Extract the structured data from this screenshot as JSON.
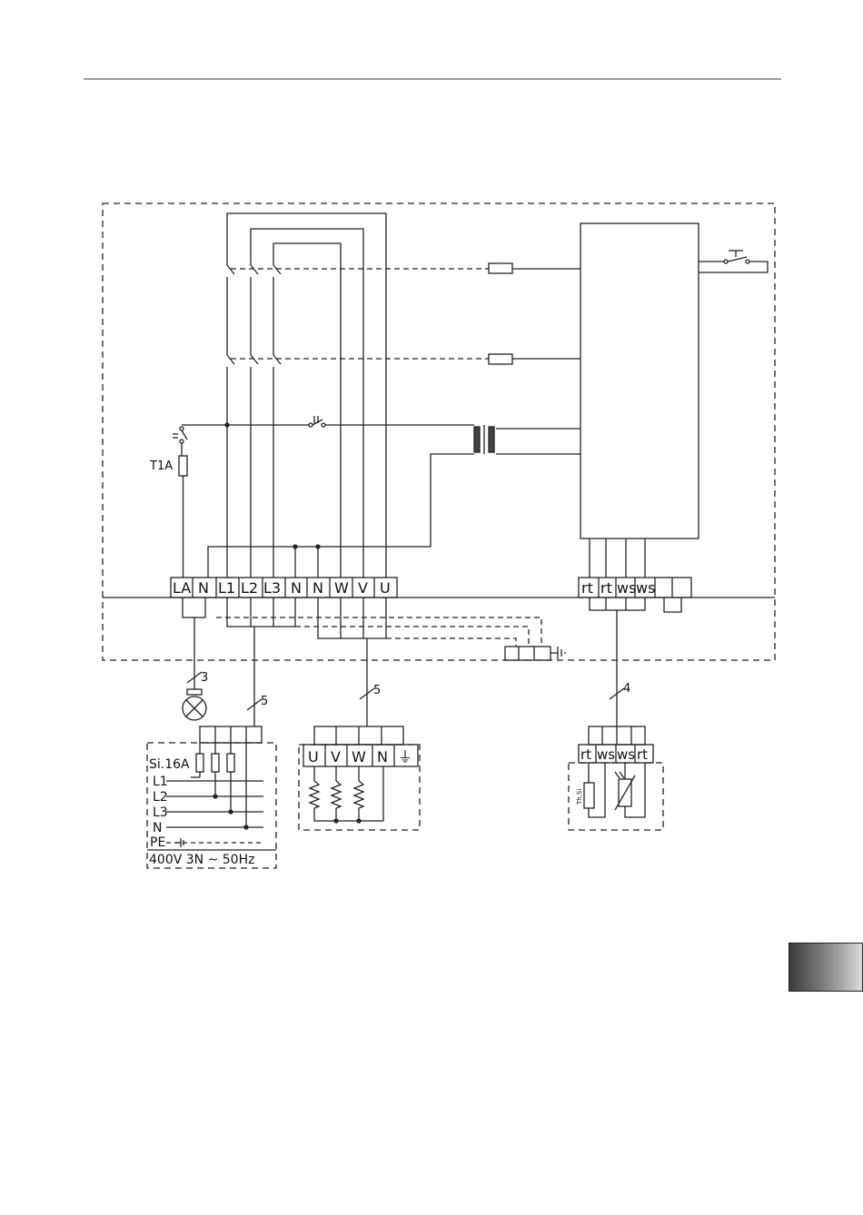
{
  "main_terminals": [
    "LA",
    "N",
    "L1",
    "L2",
    "L3",
    "N",
    "N",
    "W",
    "V",
    "U"
  ],
  "sensor_terminals": [
    "rt",
    "rt",
    "ws",
    "ws"
  ],
  "fuse_label": "T1A",
  "cable_cores": {
    "lamp": "3",
    "supply": "5",
    "heater": "5",
    "sensor": "4"
  },
  "supply": {
    "fuse": "Si.16A",
    "lines": [
      "L1",
      "L2",
      "L3",
      "N"
    ],
    "earth": "PE",
    "rating": "400V 3N ~ 50Hz"
  },
  "heater_terminals": [
    "U",
    "V",
    "W",
    "N",
    "⏚"
  ],
  "sensor_box": {
    "terminals": [
      "rt",
      "ws",
      "ws",
      "rt"
    ],
    "sensor_label": "Th,Si"
  },
  "icons": [
    "lamp-icon",
    "resistor-icon",
    "contactor-switch-icon",
    "transformer-icon",
    "push-button-icon",
    "thermistor-icon",
    "earth-icon"
  ]
}
